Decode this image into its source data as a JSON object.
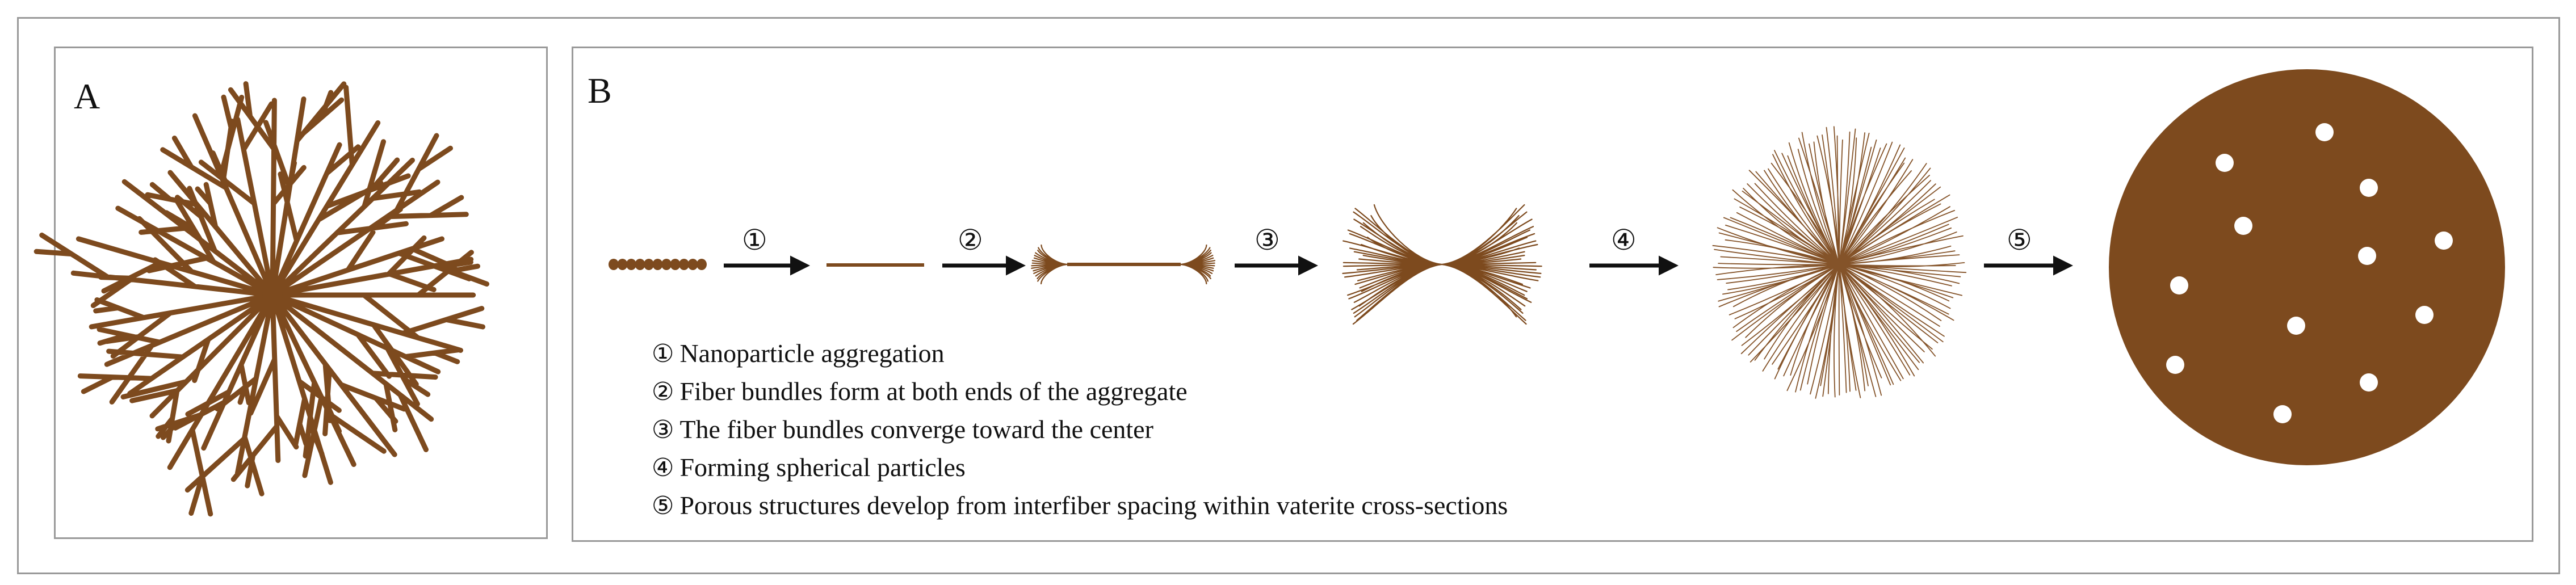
{
  "panels": {
    "a": {
      "label": "A"
    },
    "b": {
      "label": "B"
    }
  },
  "steps": [
    {
      "num": "①",
      "text": "Nanoparticle aggregation"
    },
    {
      "num": "②",
      "text": "Fiber bundles form at both ends of the aggregate"
    },
    {
      "num": "③",
      "text": "The fiber bundles converge toward the center"
    },
    {
      "num": "④",
      "text": "Forming spherical particles"
    },
    {
      "num": "⑤",
      "text": "Porous structures develop from interfiber spacing within vaterite cross-sections"
    }
  ],
  "colors": {
    "fiber": "#7d4a1e",
    "arrow": "#111111",
    "border": "#9a9a9a",
    "pore": "#ffffff"
  }
}
